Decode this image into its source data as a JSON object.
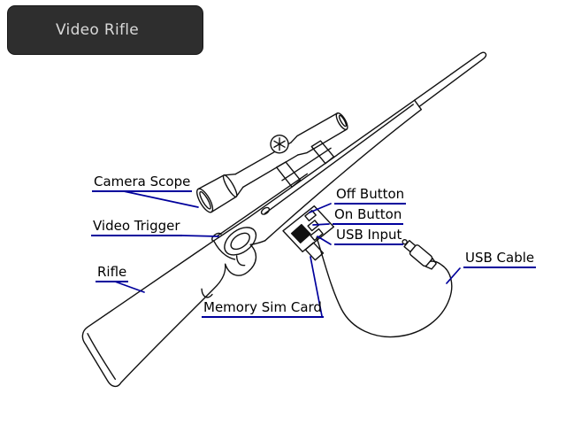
{
  "title": "Video Rifle",
  "labels": {
    "camera_scope": "Camera Scope",
    "video_trigger": "Video Trigger",
    "rifle": "Rifle",
    "off_button": "Off Button",
    "on_button": "On Button",
    "usb_input": "USB Input",
    "usb_cable": "USB Cable",
    "memory_sim_card": "Memory Sim Card"
  },
  "colors": {
    "annotation": "#00009c",
    "drawing": "#111111",
    "title_bg": "#2e2e2e",
    "title_text": "#d9d9d9",
    "background": "#ffffff"
  }
}
